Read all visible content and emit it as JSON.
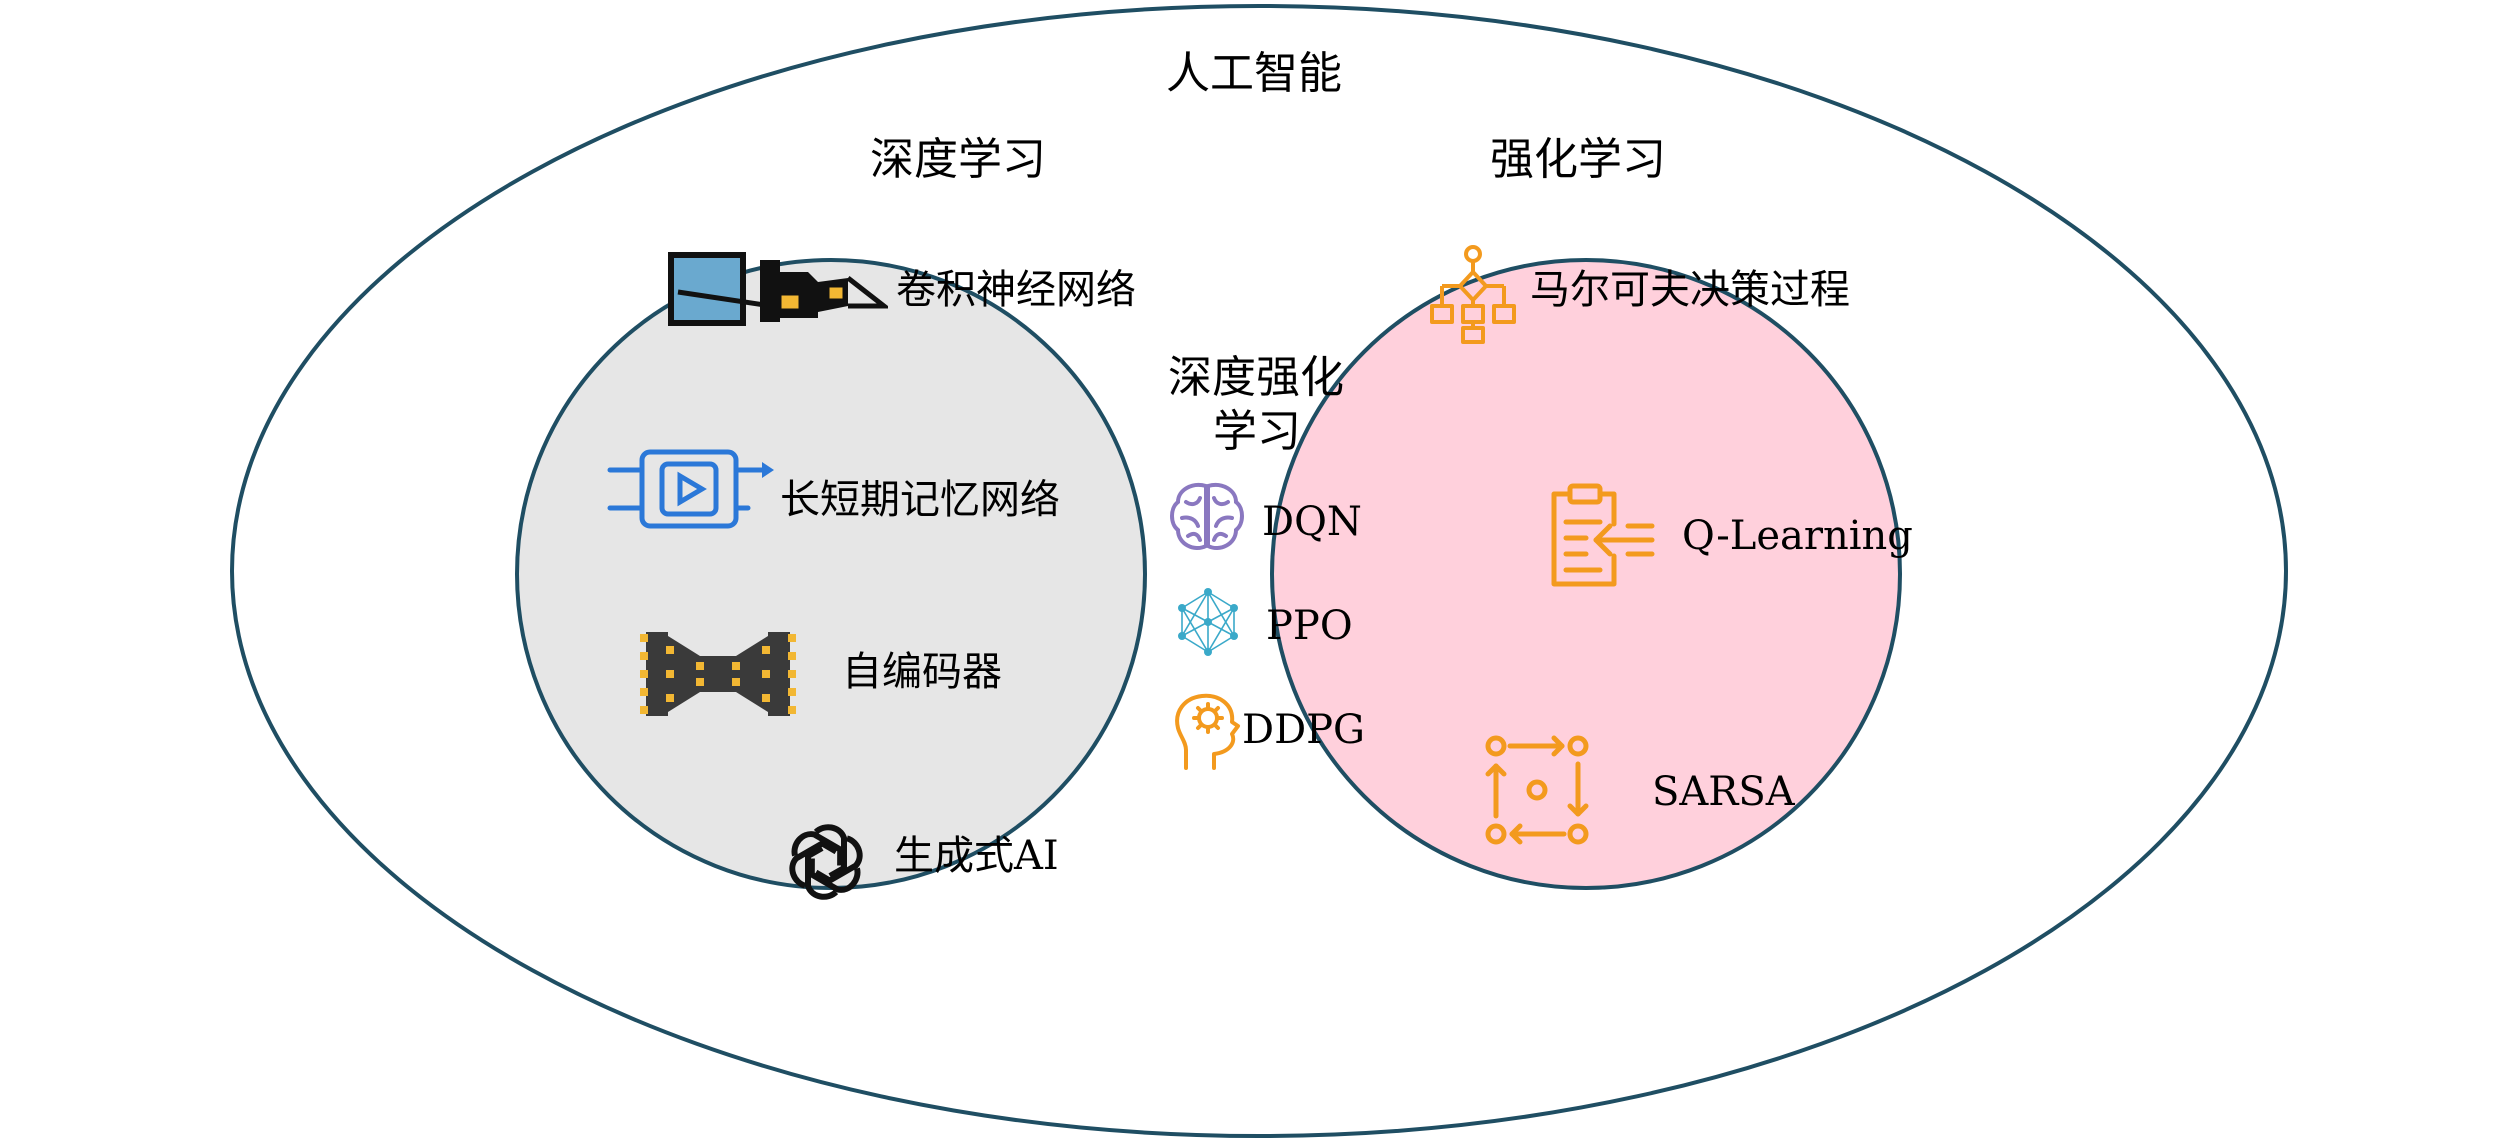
{
  "colors": {
    "outline": "#1f4e63",
    "deep_learning_fill": "#e6e6e6",
    "reinforcement_fill": "#ffd0dc",
    "intersection_fill": "#ffffff",
    "icon_orange": "#f39a1e",
    "icon_blue": "#2b78d8",
    "icon_purple": "#8a78c0",
    "icon_teal": "#3aa9c9"
  },
  "outer": {
    "title": "人工智能"
  },
  "deep_learning": {
    "title": "深度学习",
    "items": [
      {
        "label": "卷积神经网络",
        "icon": "cnn-icon"
      },
      {
        "label": "长短期记忆网络",
        "icon": "lstm-icon"
      },
      {
        "label": "自编码器",
        "icon": "autoencoder-icon"
      },
      {
        "label": "生成式AI",
        "icon": "openai-icon"
      }
    ]
  },
  "reinforcement_learning": {
    "title": "强化学习",
    "items": [
      {
        "label": "马尔可夫决策过程",
        "icon": "flowchart-icon"
      },
      {
        "label": "Q-Learning",
        "icon": "clipboard-exchange-icon"
      },
      {
        "label": "SARSA",
        "icon": "state-cycle-icon"
      }
    ]
  },
  "deep_reinforcement_learning": {
    "title_line1": "深度强化",
    "title_line2": "学习",
    "items": [
      {
        "label": "DQN",
        "icon": "brain-icon"
      },
      {
        "label": "PPO",
        "icon": "network-icon"
      },
      {
        "label": "DDPG",
        "icon": "head-gear-icon"
      }
    ]
  }
}
